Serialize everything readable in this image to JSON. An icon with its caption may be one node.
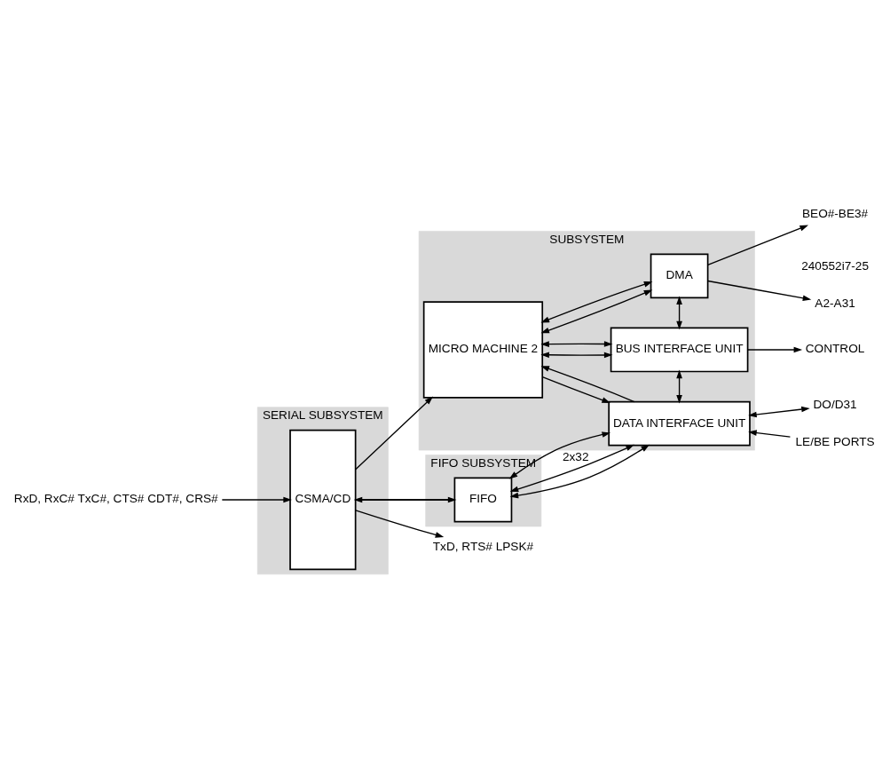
{
  "diagram": {
    "nodes": [
      {
        "text": [
          "SERIAL SUBSYSTEM"
        ]
      },
      {
        "text": [
          "CSMA/CD"
        ],
        "in": 0
      },
      {
        "text": [
          "FIFO SUBSYSTEM"
        ]
      },
      {
        "text": [
          "FIFO"
        ],
        "in": 2
      },
      {
        "text": [
          "SUBSYSTEM"
        ]
      },
      {
        "text": [
          "DATA INTERFACE UNIT"
        ],
        "in": 4
      },
      {
        "text": [
          "MICRO MACHINE 2"
        ],
        "in": 4
      },
      {
        "text": [
          "BUS INTERFACE UNIT"
        ],
        "in": 4
      },
      {
        "text": [
          "DMA"
        ],
        "in": 4
      },
      {
        "text": [
          "TxD, RTS# LPSK#"
        ]
      },
      {
        "text": [
          "RxD, RxC# TxC#, CTS# CDT#, CRS#"
        ]
      },
      {
        "text": [
          "LE/BE PORTS"
        ]
      },
      {
        "text": [
          "DO/D31"
        ]
      },
      {
        "text": [
          "CONTROL"
        ]
      },
      {
        "text": [
          "A2-A31"
        ]
      },
      {
        "text": [
          "BEO#-BE3#"
        ]
      }
    ],
    "edges": [
      {
        "from": 1,
        "to": 9,
        "arrow": "to"
      },
      {
        "from": 10,
        "to": 1,
        "arrow": "to"
      },
      {
        "from": 1,
        "to": 3,
        "arrow": "to"
      },
      {
        "from": 3,
        "to": 1,
        "arrow": "to"
      },
      {
        "from": 1,
        "to": 6,
        "arrow": "to"
      },
      {
        "from": 3,
        "to": 5,
        "arrow": "both"
      },
      {
        "from": 3,
        "to": 5,
        "arrow": "both",
        "label": "2x32"
      },
      {
        "from": 3,
        "to": 5,
        "arrow": "both"
      },
      {
        "from": 11,
        "to": 5,
        "arrow": "to"
      },
      {
        "from": 5,
        "to": 12,
        "arrow": "both"
      },
      {
        "from": 6,
        "to": 5,
        "arrow": "to"
      },
      {
        "from": 5,
        "to": 6,
        "arrow": "to"
      },
      {
        "from": 6,
        "to": 7,
        "arrow": "both"
      },
      {
        "from": 6,
        "to": 7,
        "arrow": "both"
      },
      {
        "from": 6,
        "to": 8,
        "arrow": "both"
      },
      {
        "from": 6,
        "to": 8,
        "arrow": "both"
      },
      {
        "from": 5,
        "to": 7,
        "arrow": "both"
      },
      {
        "from": 7,
        "to": 8,
        "arrow": "both"
      },
      {
        "from": 7,
        "to": 13,
        "arrow": "to"
      },
      {
        "from": 8,
        "to": 14,
        "arrow": "to"
      },
      {
        "from": 8,
        "to": 15,
        "arrow": "to"
      }
    ],
    "labels": [
      "240552i7-25"
    ]
  }
}
